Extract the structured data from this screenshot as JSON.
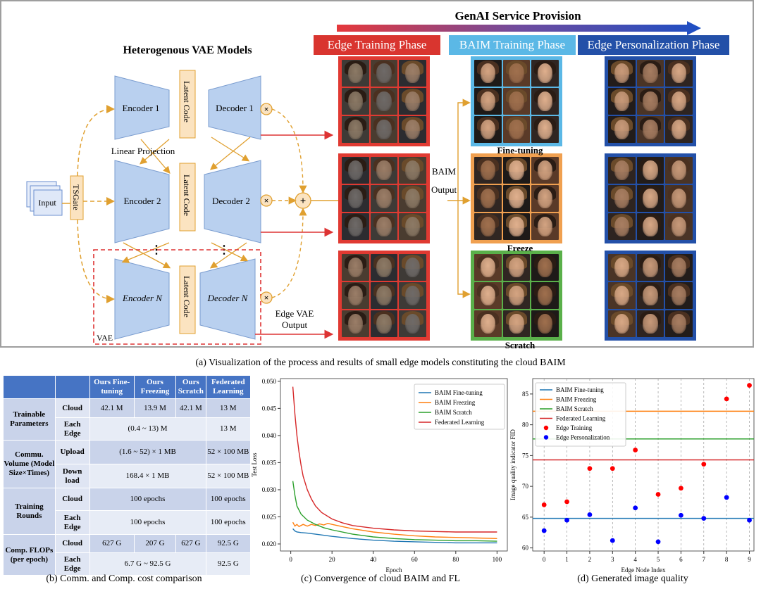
{
  "panel_a": {
    "service_title": "GenAI Service Provision",
    "heterogenous_title": "Heterogenous VAE Models",
    "phases": [
      {
        "label": "Edge Training Phase",
        "color": "#d9352f"
      },
      {
        "label": "BAIM Training Phase",
        "color": "#5bb8e6"
      },
      {
        "label": "Edge Personalization Phase",
        "color": "#2350a8"
      }
    ],
    "input_label": "Input",
    "tsgate_label": "TSGate",
    "encoders": [
      "Encoder 1",
      "Encoder 2",
      "Encoder N"
    ],
    "decoders": [
      "Decoder 1",
      "Decoder 2",
      "Decoder N"
    ],
    "latent_code": "Latent Code",
    "linear_projection": "Linear Projection",
    "vae_label": "VAE",
    "baim_output": "BAIM Output",
    "edge_vae_output": "Edge VAE Output",
    "grid_labels": [
      "Fine-tuning",
      "Freeze",
      "Scratch"
    ],
    "caption": "(a) Visualization of the process and results of small edge models constituting the cloud BAIM"
  },
  "panel_b": {
    "caption": "(b) Comm. and Comp. cost comparison",
    "headers": [
      "Ours Fine-tuning",
      "Ours Freezing",
      "Ours Scratch",
      "Federated Learning"
    ],
    "rows": {
      "trainable": "Trainable Parameters",
      "cloud": "Cloud",
      "each_edge": "Each Edge",
      "cloud_vals": [
        "42.1 M",
        "13.9 M",
        "42.1 M",
        "13 M"
      ],
      "edge_range": "(0.4 ~ 13) M",
      "edge_fl": "13 M",
      "commu": "Commu. Volume (Model Size×Times)",
      "upload": "Upload",
      "upload_val": "(1.6 ~ 52) × 1 MB",
      "upload_fl": "52 × 100 MB",
      "download": "Down load",
      "download_val": "168.4 × 1 MB",
      "download_fl": "52 × 100 MB",
      "training": "Training Rounds",
      "tr_cloud_val": "100 epochs",
      "tr_cloud_fl": "100 epochs",
      "tr_edge_val": "100 epochs",
      "tr_edge_fl": "100 epochs",
      "flops": "Comp. FLOPs (per epoch)",
      "flops_cloud": [
        "627 G",
        "207 G",
        "627 G",
        "92.5 G"
      ],
      "flops_edge_val": "6.7 G ~ 92.5 G",
      "flops_edge_fl": "92.5 G"
    }
  },
  "chart_data": [
    {
      "type": "line",
      "xlabel": "Epoch",
      "ylabel": "Test Loss",
      "xlim": [
        -5,
        105
      ],
      "ylim": [
        0.0187,
        0.0505
      ],
      "xticks": [
        0,
        20,
        40,
        60,
        80,
        100
      ],
      "yticks": [
        0.02,
        0.025,
        0.03,
        0.035,
        0.04,
        0.045,
        0.05
      ],
      "ytick_labels": [
        "0.020",
        "0.025",
        "0.030",
        "0.035",
        "0.040",
        "0.045",
        "0.050"
      ],
      "legend_position": "top-right",
      "series": [
        {
          "name": "BAIM Fine-tuning",
          "color": "#1f77b4",
          "points": [
            [
              1,
              0.0228
            ],
            [
              2,
              0.0224
            ],
            [
              3,
              0.0222
            ],
            [
              5,
              0.0221
            ],
            [
              8,
              0.022
            ],
            [
              12,
              0.0218
            ],
            [
              20,
              0.0214
            ],
            [
              30,
              0.021
            ],
            [
              40,
              0.0207
            ],
            [
              50,
              0.0205
            ],
            [
              60,
              0.0204
            ],
            [
              70,
              0.0203
            ],
            [
              80,
              0.0202
            ],
            [
              90,
              0.0202
            ],
            [
              100,
              0.0202
            ]
          ]
        },
        {
          "name": "BAIM Freezing",
          "color": "#ff7f0e",
          "points": [
            [
              1,
              0.024
            ],
            [
              2,
              0.0233
            ],
            [
              3,
              0.0236
            ],
            [
              4,
              0.0232
            ],
            [
              6,
              0.0236
            ],
            [
              8,
              0.0233
            ],
            [
              10,
              0.0236
            ],
            [
              12,
              0.0234
            ],
            [
              14,
              0.0237
            ],
            [
              16,
              0.0235
            ],
            [
              18,
              0.0238
            ],
            [
              20,
              0.0236
            ],
            [
              25,
              0.0232
            ],
            [
              30,
              0.0228
            ],
            [
              40,
              0.0222
            ],
            [
              50,
              0.0218
            ],
            [
              60,
              0.0215
            ],
            [
              70,
              0.0213
            ],
            [
              80,
              0.0212
            ],
            [
              90,
              0.0211
            ],
            [
              100,
              0.021
            ]
          ]
        },
        {
          "name": "BAIM Scratch",
          "color": "#2ca02c",
          "points": [
            [
              1,
              0.0316
            ],
            [
              2,
              0.029
            ],
            [
              3,
              0.027
            ],
            [
              5,
              0.0255
            ],
            [
              8,
              0.0244
            ],
            [
              12,
              0.0236
            ],
            [
              16,
              0.023
            ],
            [
              20,
              0.0226
            ],
            [
              30,
              0.0218
            ],
            [
              40,
              0.0213
            ],
            [
              50,
              0.021
            ],
            [
              60,
              0.0208
            ],
            [
              70,
              0.0207
            ],
            [
              80,
              0.0206
            ],
            [
              90,
              0.0206
            ],
            [
              100,
              0.0205
            ]
          ]
        },
        {
          "name": "Federated Learning",
          "color": "#d62728",
          "points": [
            [
              1,
              0.049
            ],
            [
              2,
              0.044
            ],
            [
              3,
              0.04
            ],
            [
              4,
              0.037
            ],
            [
              5,
              0.0345
            ],
            [
              6,
              0.0325
            ],
            [
              8,
              0.03
            ],
            [
              10,
              0.0283
            ],
            [
              12,
              0.027
            ],
            [
              15,
              0.0258
            ],
            [
              20,
              0.0246
            ],
            [
              25,
              0.0239
            ],
            [
              30,
              0.0234
            ],
            [
              40,
              0.0229
            ],
            [
              50,
              0.0226
            ],
            [
              60,
              0.0224
            ],
            [
              70,
              0.0223
            ],
            [
              80,
              0.0222
            ],
            [
              90,
              0.0222
            ],
            [
              100,
              0.0222
            ]
          ]
        }
      ],
      "caption": "(c) Convergence of cloud BAIM and FL"
    },
    {
      "type": "scatter",
      "xlabel": "Edge Node Index",
      "ylabel": "Image quality indicator FID",
      "xlim": [
        -0.5,
        9.2
      ],
      "ylim": [
        59.5,
        87.5
      ],
      "xticks": [
        0,
        1,
        2,
        3,
        4,
        5,
        6,
        7,
        8,
        9
      ],
      "yticks": [
        60,
        65,
        70,
        75,
        80,
        85
      ],
      "grid": "vertical dashed",
      "legend_position": "top-left",
      "hlines": [
        {
          "name": "BAIM Fine-tuning",
          "color": "#1f77b4",
          "y": 64.8
        },
        {
          "name": "BAIM Freezing",
          "color": "#ff7f0e",
          "y": 82.2
        },
        {
          "name": "BAIM Scratch",
          "color": "#2ca02c",
          "y": 77.7
        },
        {
          "name": "Federated Learning",
          "color": "#d62728",
          "y": 74.3
        }
      ],
      "series": [
        {
          "name": "Edge Training",
          "color": "#ff0000",
          "x": [
            0,
            1,
            2,
            3,
            4,
            5,
            6,
            7,
            8,
            9
          ],
          "values": [
            67.0,
            67.5,
            72.9,
            72.9,
            75.9,
            68.7,
            69.7,
            73.6,
            84.2,
            86.4
          ]
        },
        {
          "name": "Edge Personalization",
          "color": "#0000ff",
          "x": [
            0,
            1,
            2,
            3,
            4,
            5,
            6,
            7,
            8,
            9
          ],
          "values": [
            62.8,
            64.5,
            65.4,
            61.2,
            66.5,
            61.0,
            65.3,
            64.8,
            68.2,
            64.5
          ]
        }
      ],
      "caption": "(d) Generated image quality"
    }
  ]
}
